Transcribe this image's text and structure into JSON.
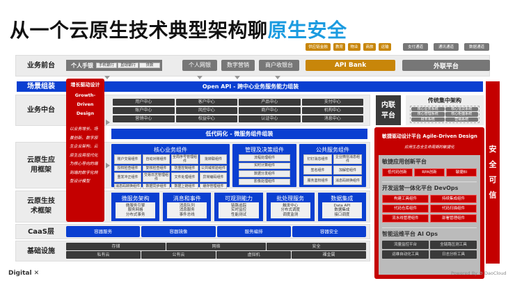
{
  "title": {
    "main": "从一个云原生技术典型架构聊",
    "highlight": "原生安全"
  },
  "front": {
    "label": "业务前台",
    "mobile": "个人手银",
    "mobile_subs": [
      "手机银行",
      "直销银行",
      "贷款"
    ],
    "items": [
      "个人网银",
      "数字营销",
      "商户收银台"
    ],
    "api_bank": "API Bank",
    "api_tags": [
      "供应链金融",
      "教育",
      "物业",
      "商旅",
      "运输"
    ],
    "external": "外联平台",
    "external_tags": [
      "支付通道",
      "通讯通道",
      "数据通道"
    ]
  },
  "scene": {
    "label": "场景组装",
    "openapi": "Open API - 跨中心业务服务能力组装"
  },
  "growth": {
    "title": "增长驱动设计",
    "en": "Growth-Driven Design",
    "desc": "以业务增长、场景创新、数字原生企业架构、云原生应用现代化为核心导向的端到端的数字化转型设计模型"
  },
  "middle": {
    "label": "业务中台",
    "centers": [
      "用户中心",
      "客户中心",
      "产品中心",
      "支付中心",
      "账户中心",
      "风控中心",
      "商户中心",
      "机构中心",
      "营销中心",
      "权益中心",
      "认证中心",
      "消息中心"
    ]
  },
  "inner": {
    "label": "内联平台"
  },
  "traditional": {
    "title": "传统集中架构",
    "systems": [
      "核心业务系统",
      "核心信贷系统",
      "核心管理系统",
      "核心柜面系统",
      "财务系统",
      "营销系统"
    ]
  },
  "lowcode": {
    "label": "低代码化 - 微服务组件组装"
  },
  "app_fw": {
    "label": "云原生应用框架",
    "core": {
      "title": "核心业务组件",
      "items": [
        "账户交易组件",
        "自动对账组件",
        "全局序号管理组件",
        "批转联组件",
        "授权检查组件",
        "复核检查组件",
        "防重控制组件",
        "公共域校验组件",
        "重发冲正组件",
        "交易日志管理组件",
        "文件处理组件",
        "异常编码组件",
        "消息码转换组件",
        "数据同步组件",
        "数据上链组件",
        "缓存管理组件"
      ]
    },
    "mgmt": {
      "title": "管理及决策组件",
      "items": [
        "流程处理组件",
        "实时计算组件",
        "数据分发组件",
        "影像处理组件"
      ]
    },
    "public": {
      "title": "公共服务组件",
      "items": [
        "钉钉消息组件",
        "企业微信消息组件",
        "签名组件",
        "加解密组件",
        "服务鉴权组件",
        "消息码转换组件"
      ]
    }
  },
  "tech_fw": {
    "label": "云原生技术框架",
    "boxes": [
      {
        "title": "微服务架构",
        "lines": [
          "微服务引擎",
          "服务网格",
          "分布式事务"
        ]
      },
      {
        "title": "消息和事件",
        "lines": [
          "消息队列",
          "消息服务",
          "事件总线"
        ]
      },
      {
        "title": "可观测能力",
        "lines": [
          "链路追踪",
          "实时监控",
          "性能测试"
        ]
      },
      {
        "title": "批处理服务",
        "lines": [
          "触发中心",
          "分布式调度",
          "调度监测"
        ]
      },
      {
        "title": "数据集成",
        "lines": [
          "Data API",
          "数据集成",
          "接口调度"
        ]
      }
    ]
  },
  "caas": {
    "label": "CaaS层",
    "items": [
      "容器服务",
      "容器镜像",
      "服务编排",
      "容器安全"
    ]
  },
  "infra": {
    "label": "基础设施",
    "row1": [
      "存储",
      "网络",
      "安全"
    ],
    "row2": [
      "私有云",
      "公有云",
      "虚拟机",
      "裸金属"
    ]
  },
  "agile": {
    "title": "敏捷驱动设计平台 Agile-Driven Design",
    "subtitle": "应用生态全生命周期的敏捷化",
    "innovation": {
      "title": "敏捷应用创新平台",
      "items": [
        "低代码创新",
        "RPA创新",
        "敏捷BI"
      ]
    },
    "devops": {
      "title": "开发运营一体化平台 DevOps",
      "items": [
        "构建工具组件",
        "持续集成组件",
        "代码仓库组件",
        "代码扫描组件",
        "流水线管理组件",
        "部署管理组件"
      ]
    },
    "aiops": {
      "title": "智能运维平台 AI Ops",
      "items": [
        "流量监控平台",
        "全链路压测工具",
        "运维自动化工具",
        "日志分析工具"
      ]
    }
  },
  "security": {
    "label": "安全可信"
  },
  "footer": {
    "brand": "Digital ✕",
    "powered": "Powered By",
    "vendor": "DaoCloud"
  },
  "colors": {
    "blue": "#0a3fd1",
    "red": "#c40000",
    "orange": "#c8860a",
    "highlight": "#1b9be0"
  }
}
